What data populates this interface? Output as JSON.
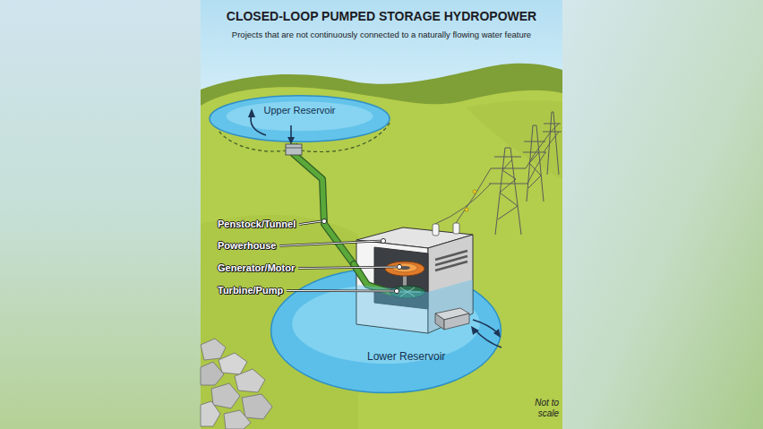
{
  "diagram": {
    "title": "CLOSED-LOOP PUMPED STORAGE HYDROPOWER",
    "nodes": [
      {
        "text": [
          "Upper Reservoir"
        ]
      },
      {
        "text": [
          "Lower Reservoir"
        ]
      }
    ],
    "edges": [
      {
        "from": 0,
        "to": 1,
        "arrow": "none"
      }
    ],
    "labels": [
      "Projects that are not continuously connected to a naturally flowing water feature",
      "Penstock/Tunnel",
      "Powerhouse",
      "Generator/Motor",
      "Turbine/Pump",
      "Not to scale"
    ]
  }
}
